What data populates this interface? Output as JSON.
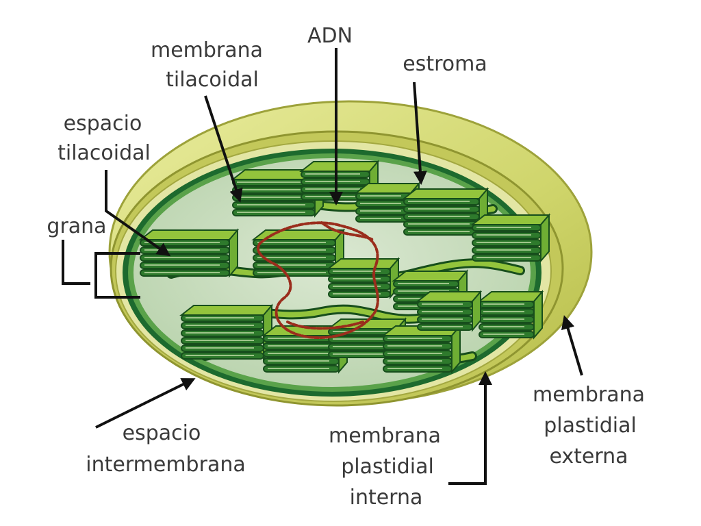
{
  "labels": {
    "adn": "ADN",
    "membrana_tilacoidal": [
      "membrana",
      "tilacoidal"
    ],
    "estroma": "estroma",
    "espacio_tilacoidal": [
      "espacio",
      "tilacoidal"
    ],
    "grana": "grana",
    "espacio_intermembrana": [
      "espacio",
      "intermembrana"
    ],
    "membrana_plastidial_interna": [
      "membrana",
      "plastidial",
      "interna"
    ],
    "membrana_plastidial_externa": [
      "membrana",
      "plastidial",
      "externa"
    ]
  },
  "colors": {
    "outer_shell": "#d6dc7a",
    "outer_rim": "#a7ad3c",
    "inner_membrane": "#1d6a2e",
    "stroma": "#c9dcc0",
    "thylakoid_top": "#93c43c",
    "thylakoid_side": "#2e7a2c",
    "thylakoid_edge": "#174e1c",
    "dna": "#9a2d1c",
    "arrow": "#111111"
  }
}
